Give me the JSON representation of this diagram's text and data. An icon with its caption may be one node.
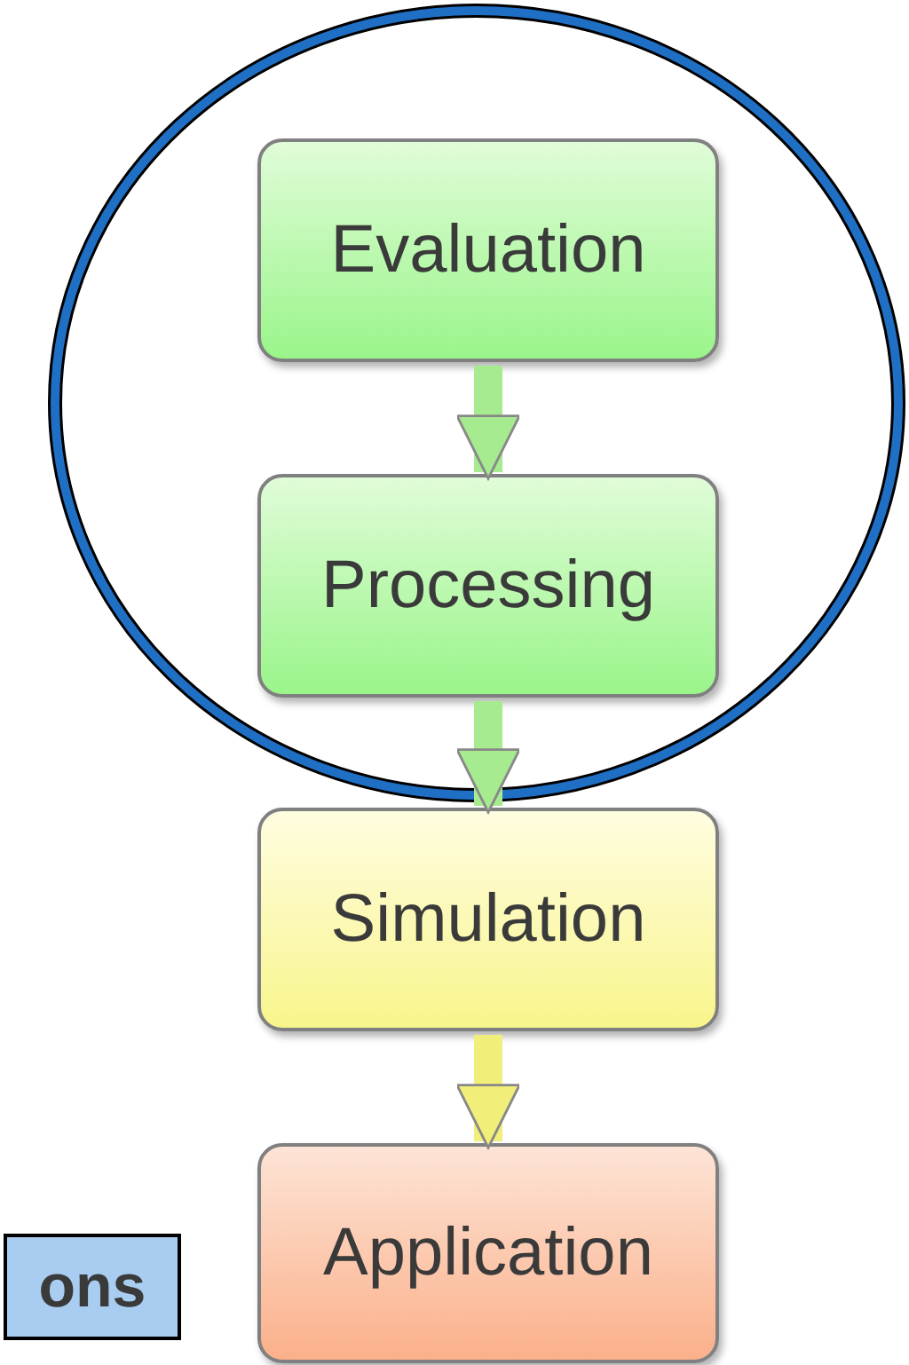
{
  "diagram": {
    "nodes": [
      {
        "text": [],
        "shape": "circle"
      },
      {
        "text": [
          "Evaluation"
        ],
        "in": 0
      },
      {
        "text": [
          "Processing"
        ],
        "in": 0
      },
      {
        "text": [
          "Simulation"
        ]
      },
      {
        "text": [
          "Application"
        ]
      },
      {
        "text": [
          "ons"
        ]
      }
    ],
    "edges": [
      {
        "from": 1,
        "to": 2,
        "arrow": "to"
      },
      {
        "from": 2,
        "to": 3,
        "arrow": "to"
      },
      {
        "from": 3,
        "to": 4,
        "arrow": "to",
        "color": "#f2ee7a"
      }
    ]
  }
}
